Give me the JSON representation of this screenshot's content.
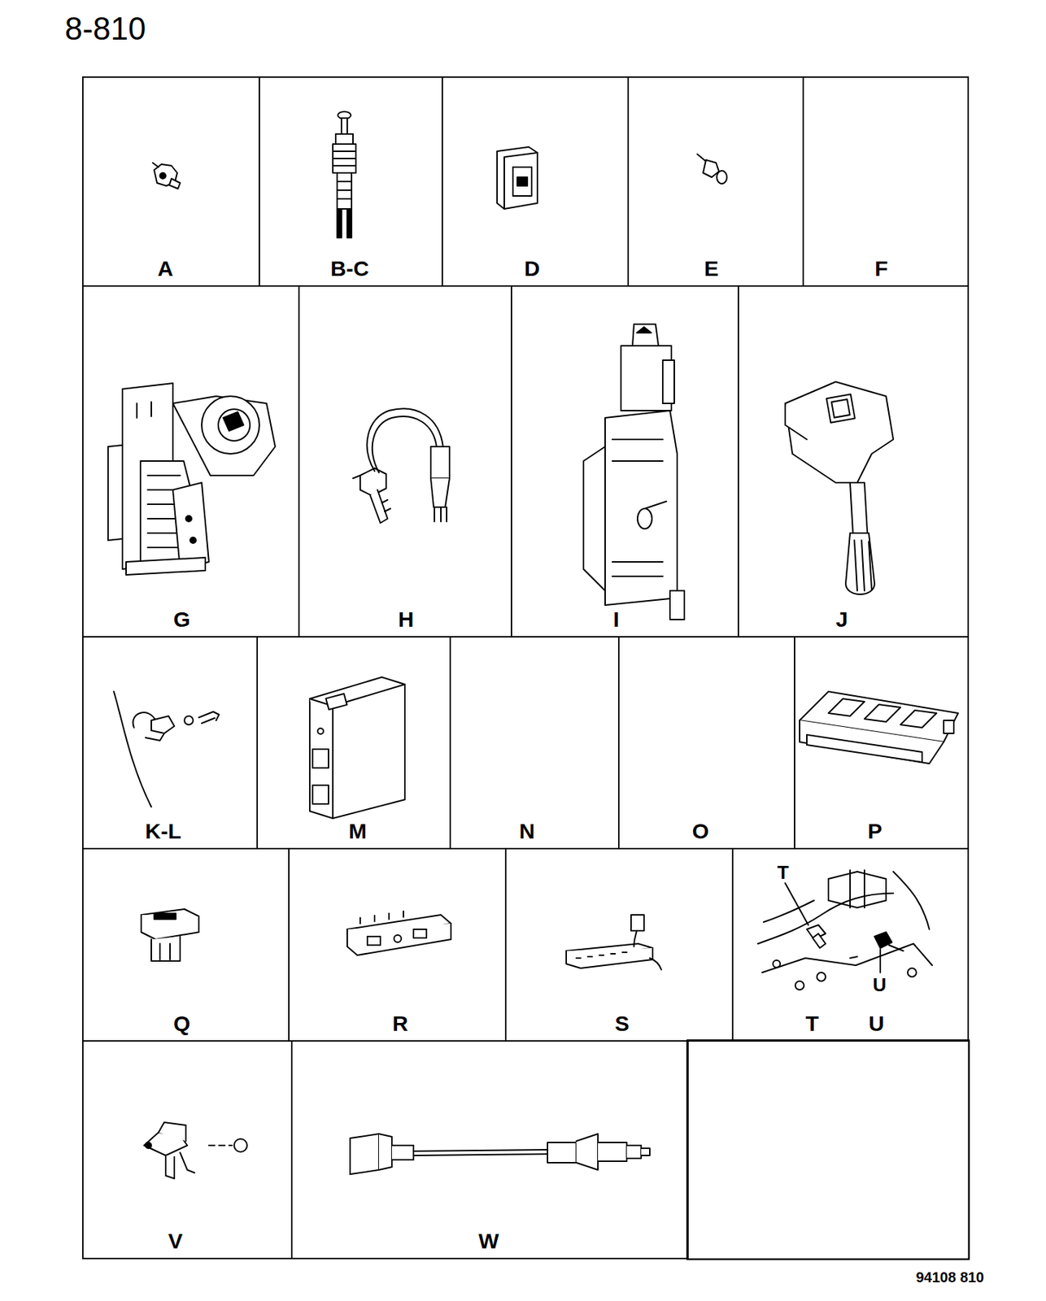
{
  "diagram": {
    "title": "8-810",
    "nodes": [
      {
        "text": [
          "A"
        ]
      },
      {
        "text": [
          "B-C"
        ]
      },
      {
        "text": [
          "D"
        ]
      },
      {
        "text": [
          "E"
        ]
      },
      {
        "text": [
          "F"
        ]
      },
      {
        "text": [
          "G"
        ]
      },
      {
        "text": [
          "H"
        ]
      },
      {
        "text": [
          "I"
        ]
      },
      {
        "text": [
          "J"
        ]
      },
      {
        "text": [
          "K-L"
        ]
      },
      {
        "text": [
          "M"
        ]
      },
      {
        "text": [
          "N"
        ]
      },
      {
        "text": [
          "O"
        ]
      },
      {
        "text": [
          "P"
        ]
      },
      {
        "text": [
          "Q"
        ]
      },
      {
        "text": [
          "R"
        ]
      },
      {
        "text": [
          "S"
        ]
      },
      {
        "text": [
          "T",
          "U"
        ]
      },
      {
        "text": [
          "V"
        ]
      },
      {
        "text": [
          "W"
        ]
      }
    ],
    "labels": [
      "T",
      "U",
      "94108 810"
    ]
  }
}
